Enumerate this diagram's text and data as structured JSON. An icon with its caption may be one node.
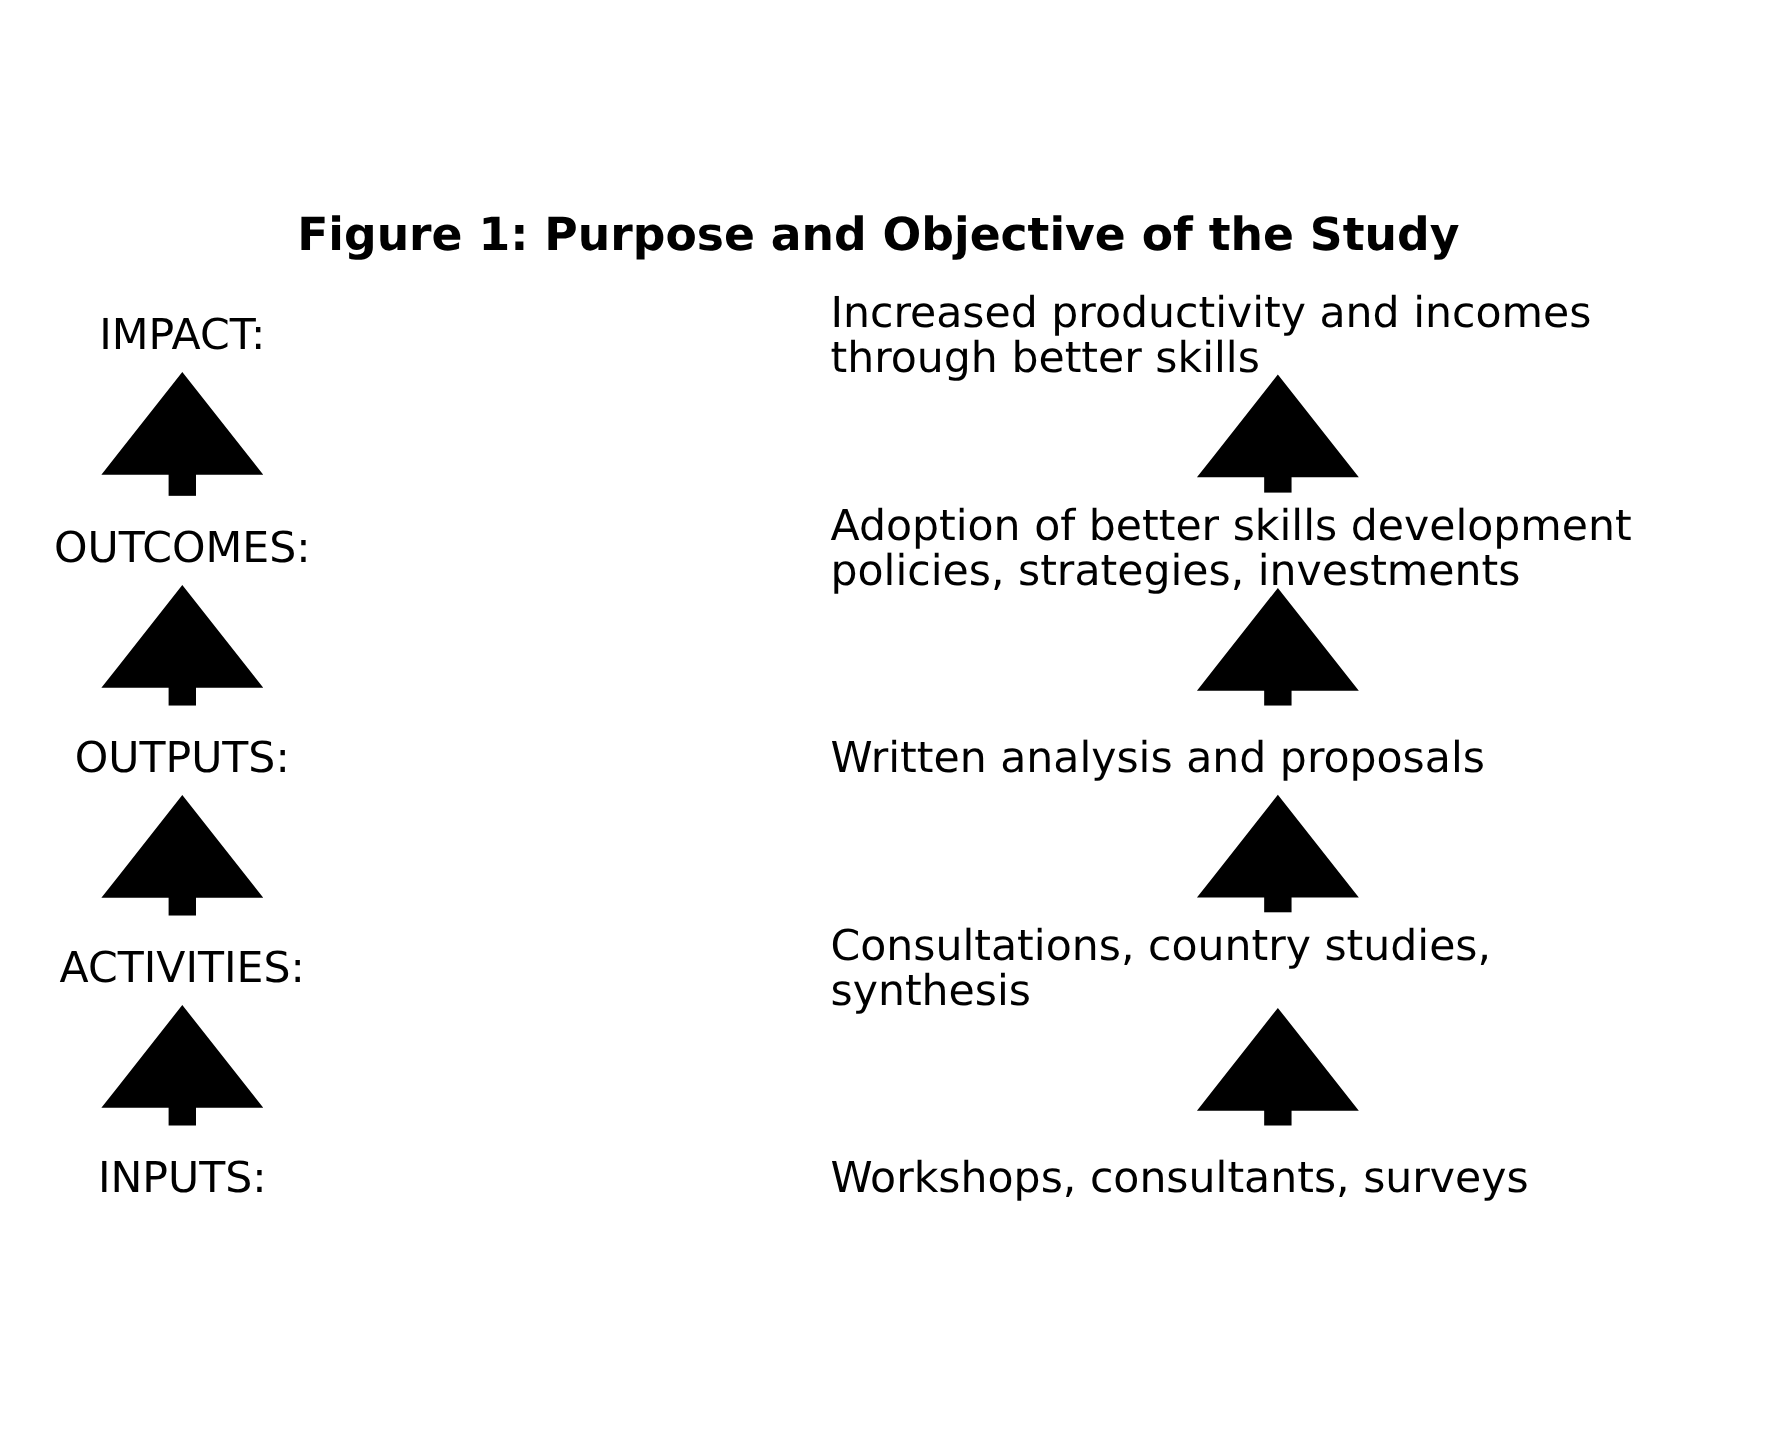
{
  "diagram": {
    "title": "Figure 1: Purpose and Objective of the Study",
    "nodes": [
      {
        "text": [
          "IMPACT:"
        ]
      },
      {
        "text": [
          "Increased productivity and incomes through better skills"
        ]
      },
      {
        "text": [
          "OUTCOMES:"
        ]
      },
      {
        "text": [
          "Adoption of better skills development policies, strategies, investments"
        ]
      },
      {
        "text": [
          "OUTPUTS:"
        ]
      },
      {
        "text": [
          "Written analysis and proposals"
        ]
      },
      {
        "text": [
          "ACTIVITIES:"
        ]
      },
      {
        "text": [
          "Consultations, country studies, synthesis"
        ]
      },
      {
        "text": [
          "INPUTS:"
        ]
      },
      {
        "text": [
          "Workshops, consultants, surveys"
        ]
      }
    ],
    "edges": [
      {
        "from": 2,
        "to": 0,
        "arrow": "to"
      },
      {
        "from": 3,
        "to": 1,
        "arrow": "to"
      },
      {
        "from": 4,
        "to": 2,
        "arrow": "to"
      },
      {
        "from": 5,
        "to": 3,
        "arrow": "to"
      },
      {
        "from": 6,
        "to": 4,
        "arrow": "to"
      },
      {
        "from": 7,
        "to": 5,
        "arrow": "to"
      },
      {
        "from": 8,
        "to": 6,
        "arrow": "to"
      },
      {
        "from": 9,
        "to": 7,
        "arrow": "to"
      }
    ]
  }
}
